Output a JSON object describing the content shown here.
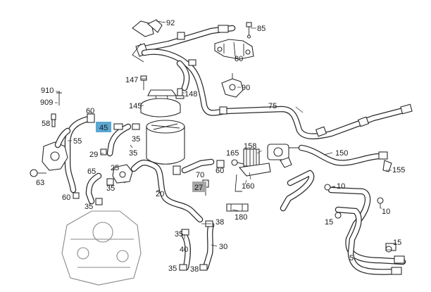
{
  "colors": {
    "highlight_blue": "#5aa7d3",
    "highlight_gray": "#a6a6a6",
    "line": "#2a2a2a",
    "background": "#ffffff"
  },
  "callouts": [
    {
      "id": "92",
      "text": "92"
    },
    {
      "id": "85",
      "text": "85"
    },
    {
      "id": "80",
      "text": "80"
    },
    {
      "id": "90",
      "text": "90"
    },
    {
      "id": "147",
      "text": "147"
    },
    {
      "id": "148",
      "text": "148"
    },
    {
      "id": "145",
      "text": "145"
    },
    {
      "id": "910",
      "text": "910"
    },
    {
      "id": "909",
      "text": "909"
    },
    {
      "id": "58",
      "text": "58"
    },
    {
      "id": "60a",
      "text": "60"
    },
    {
      "id": "45",
      "text": "45",
      "highlight": "blue"
    },
    {
      "id": "55",
      "text": "55"
    },
    {
      "id": "35a",
      "text": "35"
    },
    {
      "id": "29",
      "text": "29"
    },
    {
      "id": "35b",
      "text": "35"
    },
    {
      "id": "25",
      "text": "25"
    },
    {
      "id": "65",
      "text": "65"
    },
    {
      "id": "35c",
      "text": "35"
    },
    {
      "id": "63",
      "text": "63"
    },
    {
      "id": "60b",
      "text": "60"
    },
    {
      "id": "35d",
      "text": "35"
    },
    {
      "id": "20",
      "text": "20"
    },
    {
      "id": "27",
      "text": "27",
      "highlight": "gray"
    },
    {
      "id": "70",
      "text": "70"
    },
    {
      "id": "60c",
      "text": "60"
    },
    {
      "id": "165",
      "text": "165"
    },
    {
      "id": "158",
      "text": "158"
    },
    {
      "id": "75",
      "text": "75"
    },
    {
      "id": "150",
      "text": "150"
    },
    {
      "id": "155",
      "text": "155"
    },
    {
      "id": "160",
      "text": "160"
    },
    {
      "id": "10a",
      "text": "10"
    },
    {
      "id": "10b",
      "text": "10"
    },
    {
      "id": "15a",
      "text": "15"
    },
    {
      "id": "15b",
      "text": "15"
    },
    {
      "id": "5",
      "text": "5"
    },
    {
      "id": "180",
      "text": "180"
    },
    {
      "id": "38a",
      "text": "38"
    },
    {
      "id": "35e",
      "text": "35"
    },
    {
      "id": "40",
      "text": "40"
    },
    {
      "id": "30",
      "text": "30"
    },
    {
      "id": "35f",
      "text": "35"
    },
    {
      "id": "38b",
      "text": "38"
    }
  ]
}
